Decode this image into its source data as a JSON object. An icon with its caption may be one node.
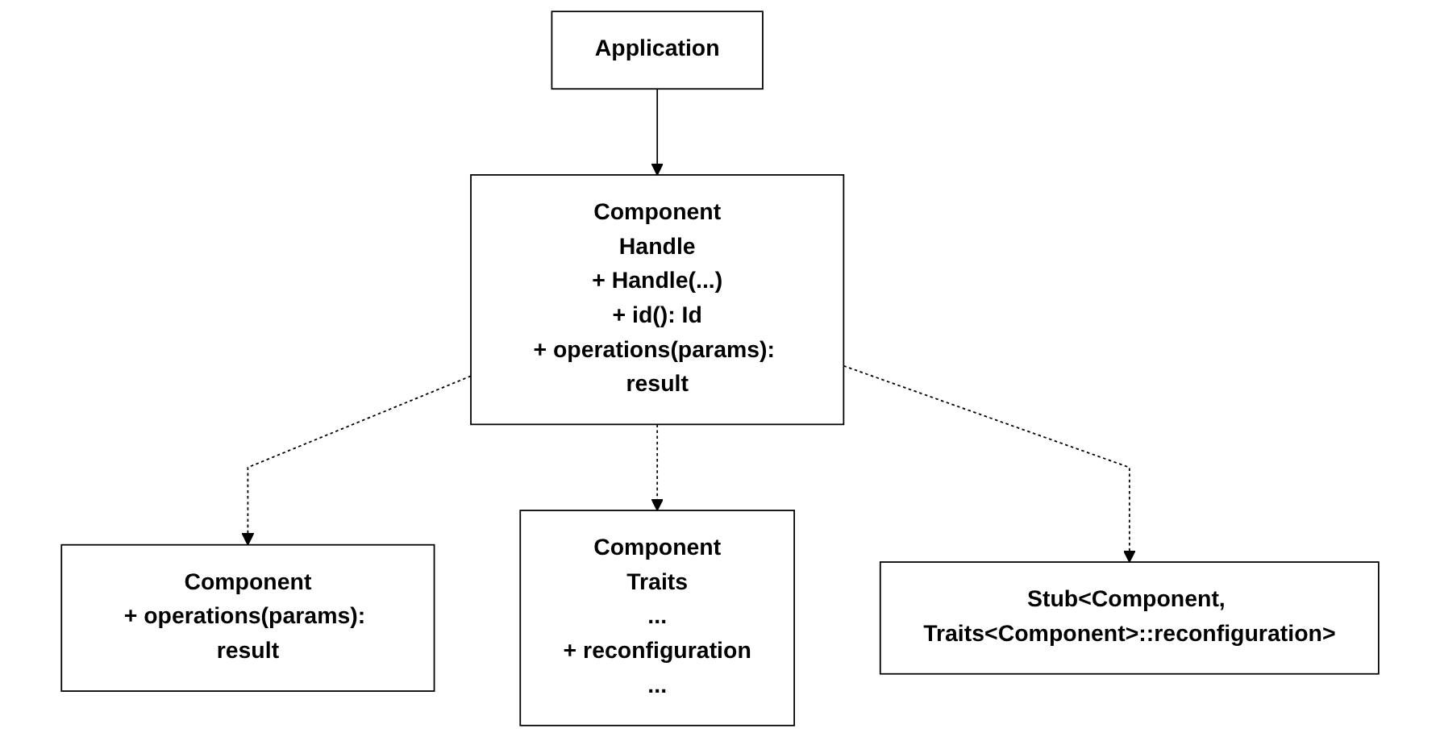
{
  "diagram": {
    "nodes": [
      {
        "text": [
          "Component",
          "+ operations(params): result"
        ]
      },
      {
        "text": [
          "Component",
          "Handle",
          "+ Handle(...)",
          "+ id(): Id",
          "+ operations(params): result"
        ]
      },
      {
        "text": [
          "Application"
        ]
      },
      {
        "text": [
          "Component",
          "Traits",
          "...",
          "+ reconfiguration",
          "..."
        ]
      },
      {
        "text": [
          "Stub<Component, Traits<Component>::reconfiguration>"
        ]
      }
    ],
    "edges": [
      {
        "from": 1,
        "to": 0,
        "arrow": "to",
        "style": "dashed"
      },
      {
        "from": 2,
        "to": 1,
        "arrow": "to"
      },
      {
        "from": 1,
        "to": 3,
        "arrow": "to",
        "style": "dashed"
      },
      {
        "from": 1,
        "to": 4,
        "arrow": "to",
        "style": "dashed"
      }
    ]
  }
}
